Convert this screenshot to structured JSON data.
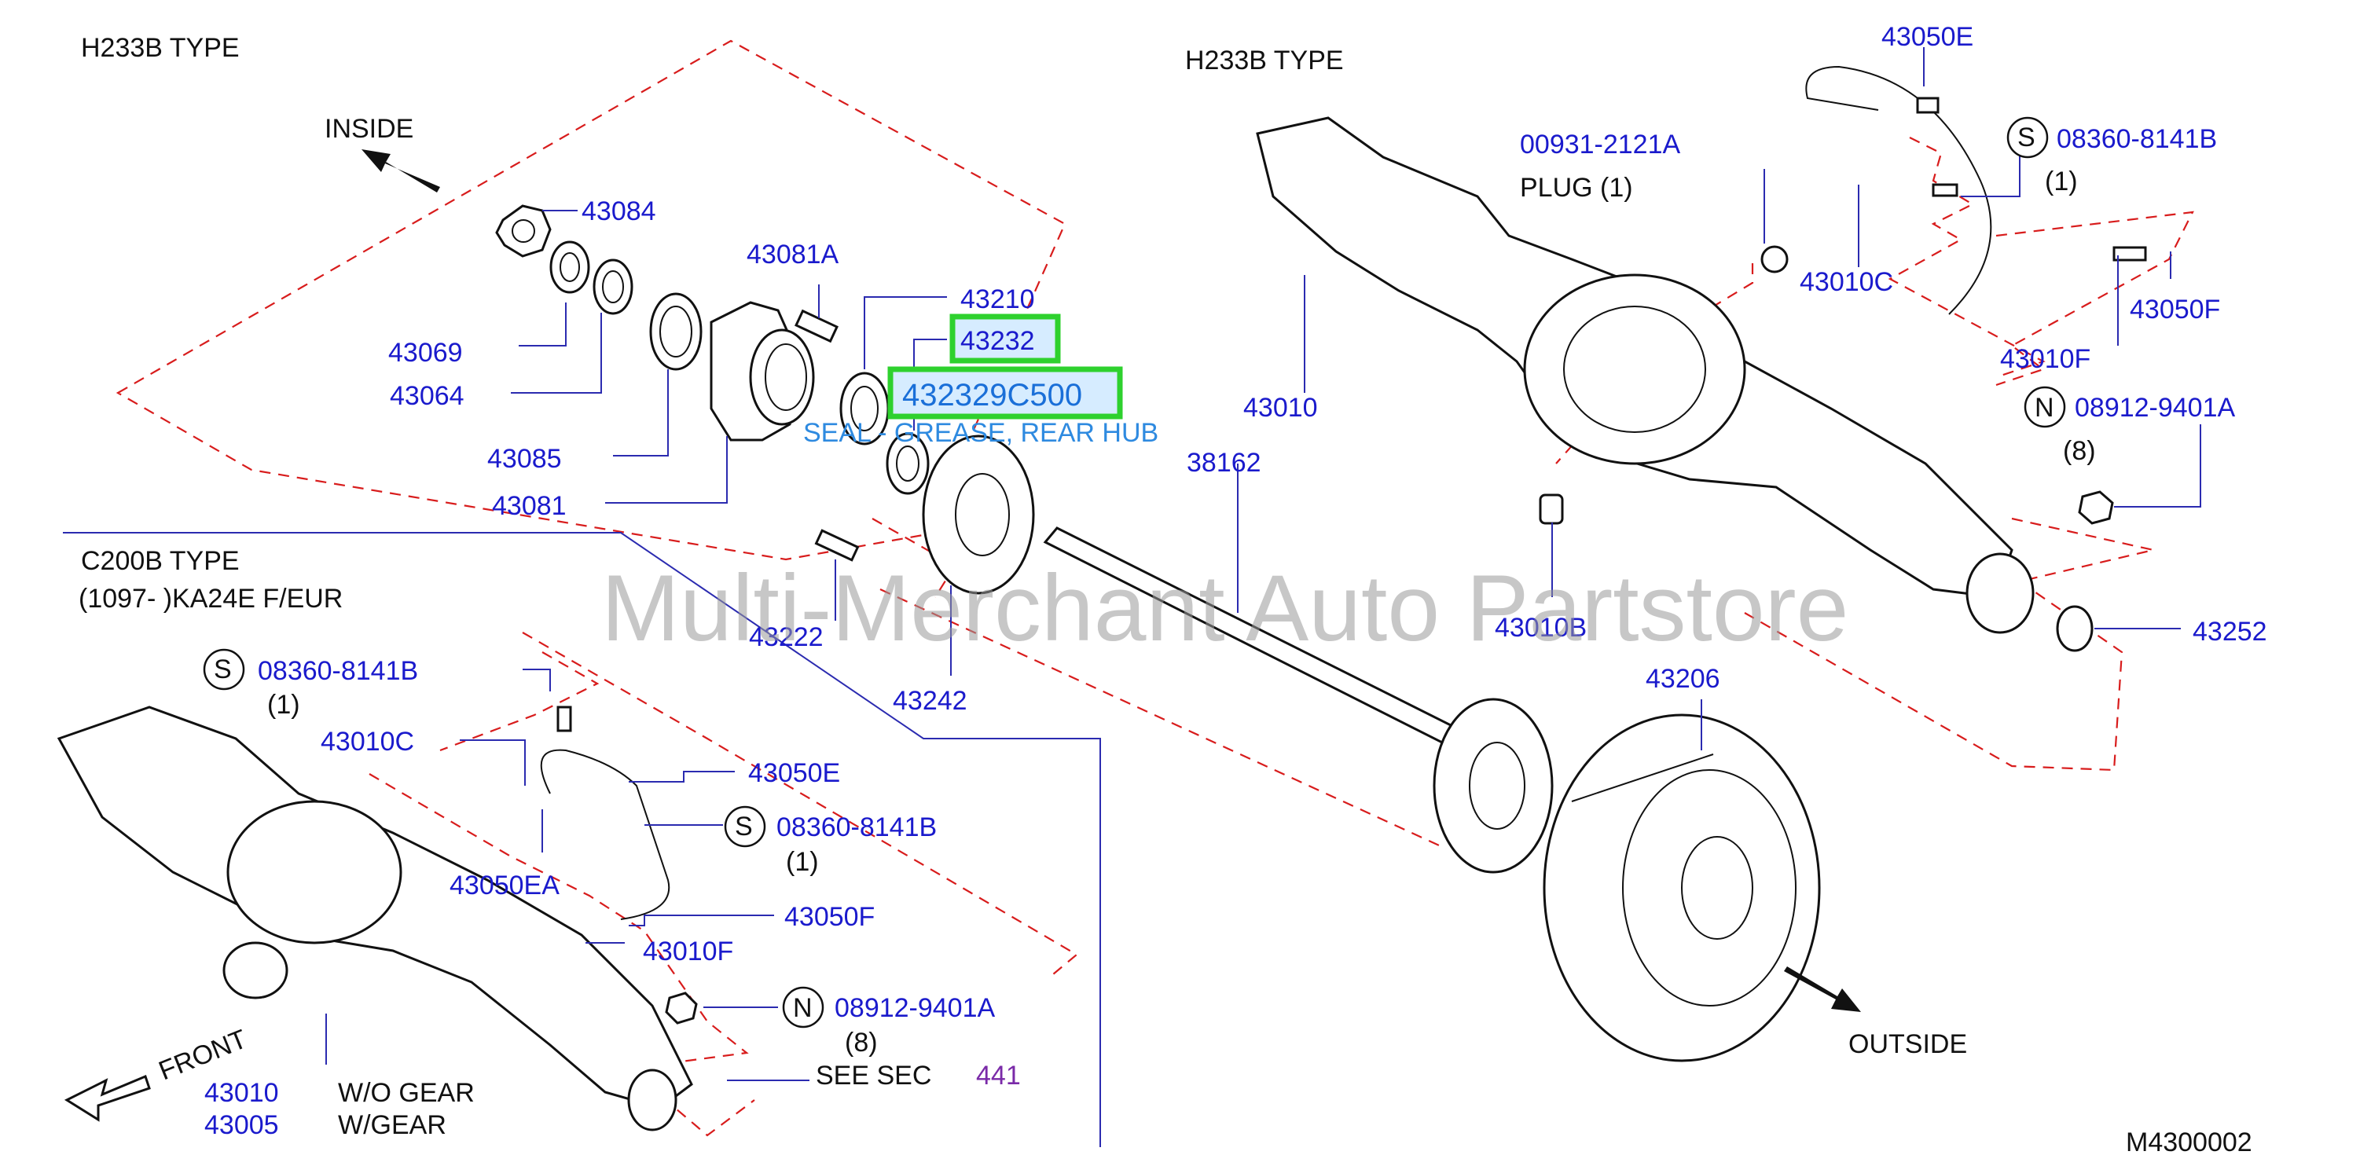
{
  "labels": {
    "h233b_type_left": "H233B   TYPE",
    "h233b_type_right": "H233B   TYPE",
    "inside": "INSIDE",
    "outside": "OUTSIDE",
    "front": "FRONT",
    "c200b_type": "C200B   TYPE",
    "c200b_range": "(1097-         )KA24E   F/EUR",
    "plug": "PLUG   (1)",
    "see_sec": "SEE   SEC",
    "see_sec_num": "441",
    "wo_gear": "W/O   GEAR",
    "w_gear": "W/GEAR",
    "diagram_id": "M4300002",
    "watermark": "Multi-Merchant Auto Partstore",
    "seal_note": "SEAL - GREASE, REAR HUB"
  },
  "symbols": {
    "s": "S",
    "n": "N"
  },
  "qty": {
    "one": "(1)",
    "eight": "(8)"
  },
  "parts": {
    "p43084": "43084",
    "p43069": "43069",
    "p43064": "43064",
    "p43081A": "43081A",
    "p43085": "43085",
    "p43081": "43081",
    "p43210": "43210",
    "p43232": "43232",
    "p432329C500": "432329C500",
    "p38162": "38162",
    "p43222": "43222",
    "p43242": "43242",
    "p43050E": "43050E",
    "p08360_8141B": "08360-8141B",
    "p00931_2121A": "00931-2121A",
    "p43010C": "43010C",
    "p43050F": "43050F",
    "p43010F": "43010F",
    "p43010": "43010",
    "p08912_9401A": "08912-9401A",
    "p43010B": "43010B",
    "p43252": "43252",
    "p43206": "43206",
    "p43050EA": "43050EA",
    "p43005": "43005"
  },
  "colors": {
    "part_number": "#1a1acc",
    "leader_line": "#2b2bb0",
    "dashed_boundary": "#d81c1c",
    "highlight_box": "#2ed12e",
    "section_ref": "#7a2aa8"
  }
}
